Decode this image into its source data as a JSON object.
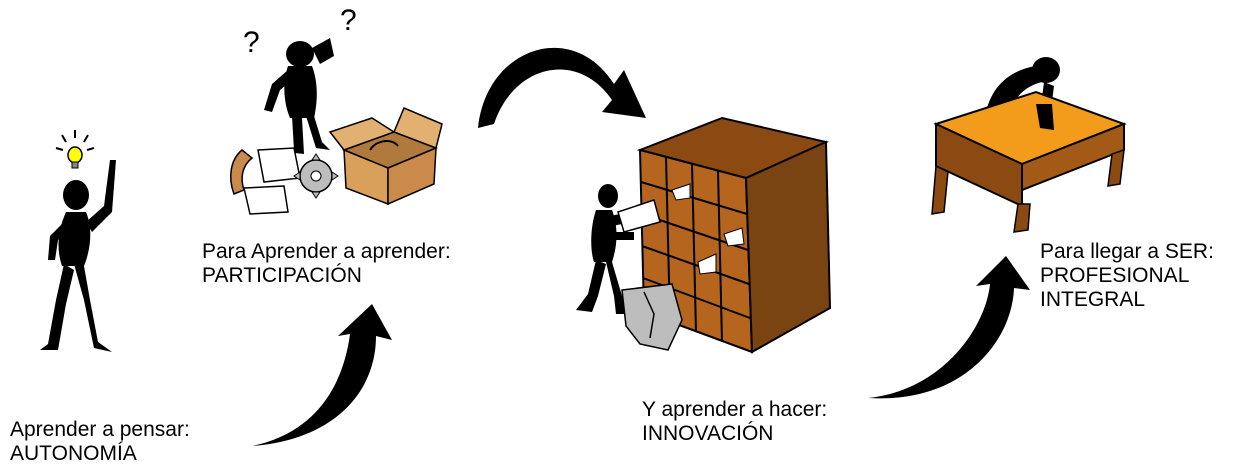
{
  "steps": [
    {
      "line1": "Aprender a pensar:",
      "line2": "AUTONOMÍA"
    },
    {
      "line1": "Para Aprender a aprender:",
      "line2": "PARTICIPACIÓN"
    },
    {
      "line1": "Y aprender a hacer:",
      "line2": "INNOVACIÓN"
    },
    {
      "line1": "Para llegar a SER:",
      "line2": "PROFESIONAL",
      "line3": "INTEGRAL"
    }
  ],
  "colors": {
    "ink": "#000000",
    "bulb": "#ffff00",
    "wood": "#b5651d",
    "wood_dark": "#7a4312",
    "desk_top": "#f39c1c",
    "desk_front": "#8b4a12",
    "box": "#d9a05b",
    "gear": "#bdbdbd",
    "paper": "#ffffff"
  },
  "icons": [
    "lightbulb-icon",
    "question-mark-icon",
    "gear-icon",
    "box-icon",
    "shelf-icon",
    "desk-icon",
    "curved-arrow-icon"
  ]
}
